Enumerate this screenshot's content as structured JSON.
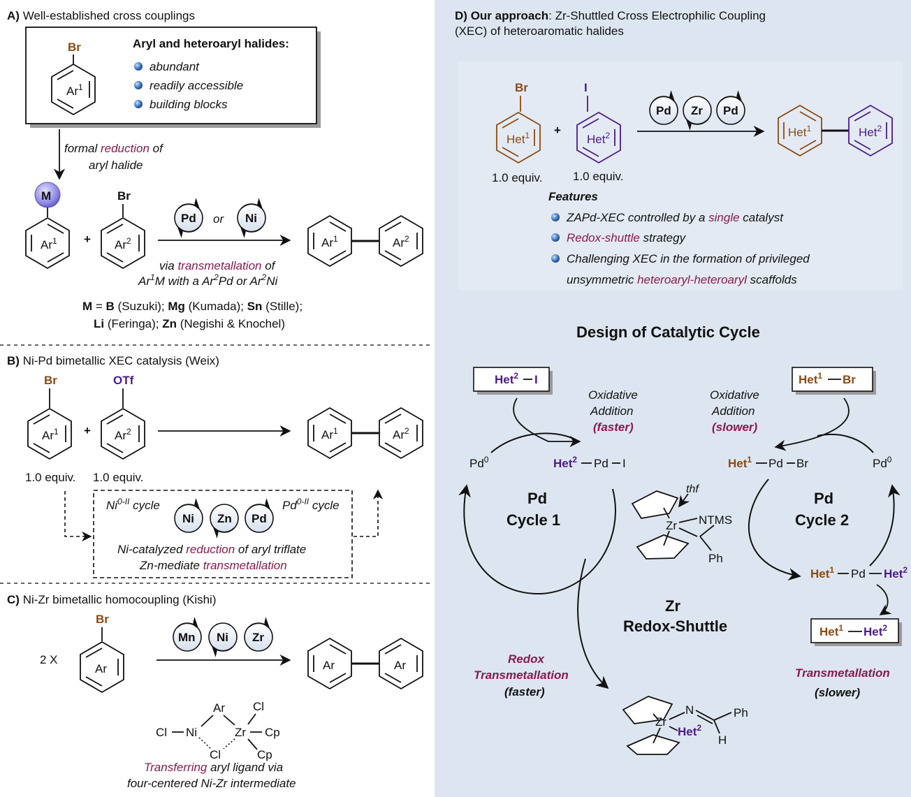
{
  "panelA": {
    "title_letter": "A)",
    "title": "Well-established cross couplings",
    "box_heading": "Aryl and heteroaryl halides:",
    "box_items": [
      "abundant",
      "readily accessible",
      "building blocks"
    ],
    "br": "Br",
    "ar": "Ar",
    "sup1": "1",
    "sup2": "2",
    "arrow_note": [
      "formal ",
      "reduction",
      " of",
      "aryl halide"
    ],
    "m": "M",
    "plus": "+",
    "pd": "Pd",
    "or": "or",
    "ni": "Ni",
    "via": [
      "via ",
      "transmetallation",
      " of"
    ],
    "via2": [
      "Ar",
      "1",
      "M with a Ar",
      "2",
      "Pd or Ar",
      "2",
      "Ni"
    ],
    "list1": [
      "M",
      " = ",
      "B",
      " (Suzuki); ",
      "Mg",
      " (Kumada); ",
      "Sn",
      " (Stille);"
    ],
    "list2": [
      "Li",
      " (Feringa); ",
      "Zn",
      " (Negishi & Knochel)"
    ]
  },
  "panelB": {
    "title_letter": "B)",
    "title": "Ni-Pd bimetallic XEC catalysis (Weix)",
    "br": "Br",
    "otf": "OTf",
    "equiv1": "1.0 equiv.",
    "equiv2": "1.0 equiv.",
    "ni_cycle": [
      "Ni",
      "0-II",
      " cycle"
    ],
    "pd_cycle": [
      "Pd",
      "0-II",
      " cycle"
    ],
    "metals": [
      "Ni",
      "Zn",
      "Pd"
    ],
    "line1": [
      "Ni-catalyzed ",
      "reduction",
      " of aryl triflate"
    ],
    "line2": [
      "Zn-mediate ",
      "transmetallation"
    ]
  },
  "panelC": {
    "title_letter": "C)",
    "title": "Ni-Zr bimetallic homocoupling (Kishi)",
    "two_x": "2 X",
    "br": "Br",
    "ar": "Ar",
    "metals": [
      "Mn",
      "Ni",
      "Zr"
    ],
    "inter": {
      "ar": "Ar",
      "cl": "Cl",
      "ni": "Ni",
      "zr": "Zr",
      "cp": "Cp"
    },
    "line1": [
      "Transferring",
      " aryl ligand via"
    ],
    "line2": "four-centered Ni-Zr intermediate"
  },
  "panelD": {
    "title_letter": "D)",
    "title_bold": "Our approach",
    "title_rest": ": Zr-Shuttled Cross Electrophilic Coupling",
    "title_line2": "(XEC) of heteroaromatic halides",
    "br": "Br",
    "i": "I",
    "het": "Het",
    "sup1": "1",
    "sup2": "2",
    "equiv1": "1.0 equiv.",
    "equiv2": "1.0 equiv.",
    "metals": [
      "Pd",
      "Zr",
      "Pd"
    ],
    "features_title": "Features",
    "features": [
      [
        "ZAPd-XEC controlled by a ",
        "single",
        " catalyst"
      ],
      [
        "Redox-shuttle",
        " strategy"
      ],
      [
        "Challenging XEC in the formation of privileged"
      ],
      [
        "unsymmetric ",
        "heteroaryl-heteroaryl",
        " scaffolds"
      ]
    ]
  },
  "cycle": {
    "title": "Design of Catalytic Cycle",
    "box1": [
      "Het",
      "2",
      "I"
    ],
    "box2": [
      "Het",
      "1",
      "Br"
    ],
    "box3": [
      "Het",
      "1",
      "Het",
      "2"
    ],
    "ox1": [
      "Oxidative",
      "Addition",
      "(faster)"
    ],
    "ox2": [
      "Oxidative",
      "Addition",
      "(slower)"
    ],
    "pd0": [
      "Pd",
      "0"
    ],
    "het2pdi": [
      "Het",
      "2",
      "Pd",
      "I"
    ],
    "het1pdbr": [
      "Het",
      "1",
      "Pd",
      "Br"
    ],
    "het1pdhet2": [
      "Het",
      "1",
      "Pd",
      "Het",
      "2"
    ],
    "cycle1": [
      "Pd",
      "Cycle 1"
    ],
    "cycle2": [
      "Pd",
      "Cycle 2"
    ],
    "zr_shuttle": [
      "Zr",
      "Redox-Shuttle"
    ],
    "thf": "thf",
    "zr": "Zr",
    "ntms": "NTMS",
    "ph": "Ph",
    "n": "N",
    "h": "H",
    "het2": [
      "Het",
      "2"
    ],
    "redox_tm": [
      "Redox",
      "Transmetallation",
      "(faster)"
    ],
    "tm": [
      "Transmetallation",
      "(slower)"
    ]
  },
  "colors": {
    "background_D": "#dde6f0",
    "magenta": "#8a1a4e",
    "brown": "#8b4a12",
    "purple": "#4a1a8c"
  }
}
